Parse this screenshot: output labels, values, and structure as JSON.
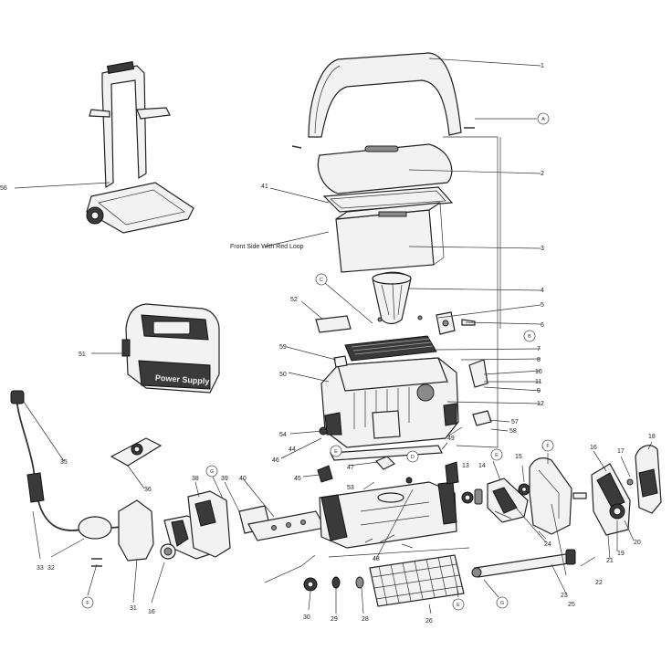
{
  "callouts": {
    "c1": "1",
    "c2": "2",
    "c3": "3",
    "c4": "4",
    "c5": "5",
    "c6": "6",
    "c7": "7",
    "c8": "8",
    "c9": "9",
    "c10": "10",
    "c11": "11",
    "c12": "12",
    "c13": "13",
    "c14": "14",
    "c15": "15",
    "c16": "16",
    "c16b": "16",
    "c17": "17",
    "c18": "18",
    "c19": "19",
    "c20": "20",
    "c21": "21",
    "c22": "22",
    "c23": "23",
    "c24": "24",
    "c25": "25",
    "c26": "26",
    "c29": "29",
    "c30": "30",
    "c31": "31",
    "c32": "32",
    "c33": "33",
    "c35": "35",
    "c36": "36",
    "c38": "38",
    "c39": "39",
    "c40": "40",
    "c41": "41",
    "c44": "44",
    "c45": "45",
    "c46": "46",
    "c47": "47",
    "c48": "48",
    "c49": "49",
    "c50": "50",
    "c51": "51",
    "c52": "52",
    "c53": "53",
    "c54": "54",
    "c56": "56",
    "c57": "57",
    "c58": "58",
    "c59": "59",
    "c28": "28"
  },
  "refs": {
    "A": "A",
    "B": "B",
    "C": "C",
    "D": "D",
    "E": "E",
    "F": "F",
    "G": "G"
  },
  "notes": {
    "front_side": "Front Side With Red Loop",
    "power_supply": "Power Supply"
  }
}
